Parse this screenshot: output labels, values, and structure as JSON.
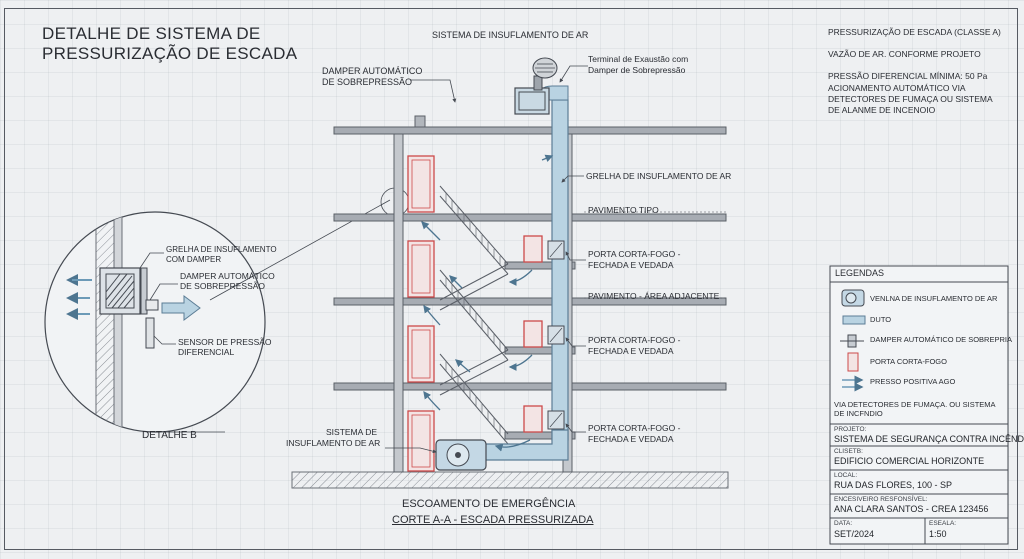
{
  "title": {
    "line1": "DETALHE DE SISTEMA DE",
    "line2": "PRESSURIZAÇÃO DE ESCADA"
  },
  "callouts": {
    "air_supply_top": "SISTEMA DE INSUFLAMENTO DE AR",
    "damper_top": [
      "DAMPER AUTOMÁTICO",
      "DE SOBREPRESSÃO"
    ],
    "exhaust_terminal": [
      "Terminal de Exaustão com",
      "Damper de Sobrepressão"
    ],
    "supply_grille": "GRELHA DE INSUFLAMENTO DE AR",
    "floor_typical": "PAVIMENTO TIPO",
    "fire_door_1": [
      "PORTA CORTA-FOGO -",
      "FECHADA E VEDADA"
    ],
    "floor_adjacent": "PAVIMENTO - ÁREA ADJACENTE",
    "fire_door_2": [
      "PORTA CORTA-FOGO -",
      "FECHADA E VEDADA"
    ],
    "fire_door_3": [
      "PORTA CORTA-FOGO -",
      "FECHADA E VEDADA"
    ],
    "air_supply_bottom": [
      "SISTEMA DE",
      "INSUFLAMENTO DE AR"
    ],
    "evacuation": "ESCOAMENTO DE EMERGÊNCIA",
    "section": "CORTE A-A - ESCADA PRESSURIZADA"
  },
  "detail": {
    "grille": [
      "GRELHA DE INSUFLAMENTO",
      "COM DAMPER"
    ],
    "damper": [
      "DAMPER AUTOMÁTICO",
      "DE SOBREPRESSÃO"
    ],
    "sensor": [
      "SENSOR DE PRESSÃO",
      "DIFERENCIAL"
    ],
    "label": "DETALHE B"
  },
  "notes": {
    "n1": "PRESSURIZAÇÃO DE ESCADA (CLASSE A)",
    "n2": "VAZÃO DE AR. CONFORME PROJETO",
    "n3": "PRESSÃO DIFERENCIAL MÍNIMA: 50 Pa",
    "n4": [
      "ACIONAMENTO AUTOMÁTICO VIA",
      "DETECTORES DE FUMAÇA OU SISTEMA",
      "DE ALANME DE INCENOIO"
    ]
  },
  "legend": {
    "title": "LEGENDAS",
    "items": [
      {
        "icon": "fan-icon",
        "label": "VENLNA DE INSUFLAMENTO DE AR"
      },
      {
        "icon": "duct-icon",
        "label": "DUTO"
      },
      {
        "icon": "damper-icon",
        "label": "DAMPER AUTOMÁTICO DE SOBREPRIA"
      },
      {
        "icon": "fire-door-icon",
        "label": "PORTA CORTA-FOGO"
      },
      {
        "icon": "arrow-icon",
        "label": "PRESSO POSITIVA AGO"
      }
    ],
    "note": [
      "VIA DETECTORES DE FUMAÇA. OU SISTEMA",
      "DE INCFNDIO"
    ]
  },
  "title_block": {
    "project_label": "PROJETO:",
    "project": "SISTEMA DE SEGURANÇA CONTRA INCÊNDIO",
    "client_label": "CLISETB:",
    "client": "EDIFICIO COMERCIAL HORIZONTE",
    "location_label": "LOCAL:",
    "location": "RUA DAS FLORES, 100 - SP",
    "engineer_label": "ENCESIVEIRO RESFONSÍVEL:",
    "engineer": "ANA CLARA SANTOS - CREA 123456",
    "date_label": "DATA:",
    "date": "SET/2024",
    "scale_label": "ESEALA:",
    "scale": "1:50"
  },
  "colors": {
    "line": "#454a52",
    "duct": "#b9d3e2",
    "duct_stroke": "#5c7d95",
    "door": "#cc4a4a",
    "slab": "#8e939b"
  }
}
